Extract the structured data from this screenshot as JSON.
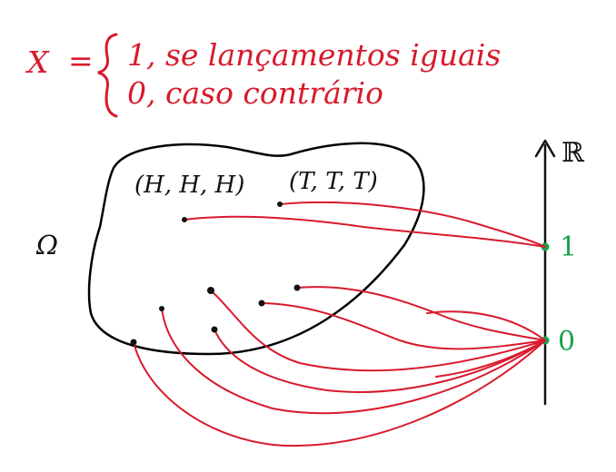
{
  "colors": {
    "definition": "#d71a2c",
    "mapping": "#d71a2c",
    "set_outline": "#000000",
    "axis": "#111111",
    "axis_values": "#18a34a"
  },
  "definition": {
    "variable": "X",
    "equals": "=",
    "case_one": "1, se lançamentos iguais",
    "case_zero": "0, caso contrário"
  },
  "sample_space": {
    "symbol": "Ω",
    "outcome_hhh": "(H, H, H)",
    "outcome_ttt": "(T, T, T)"
  },
  "axis": {
    "label": "ℝ",
    "value_one": "1",
    "value_zero": "0"
  }
}
